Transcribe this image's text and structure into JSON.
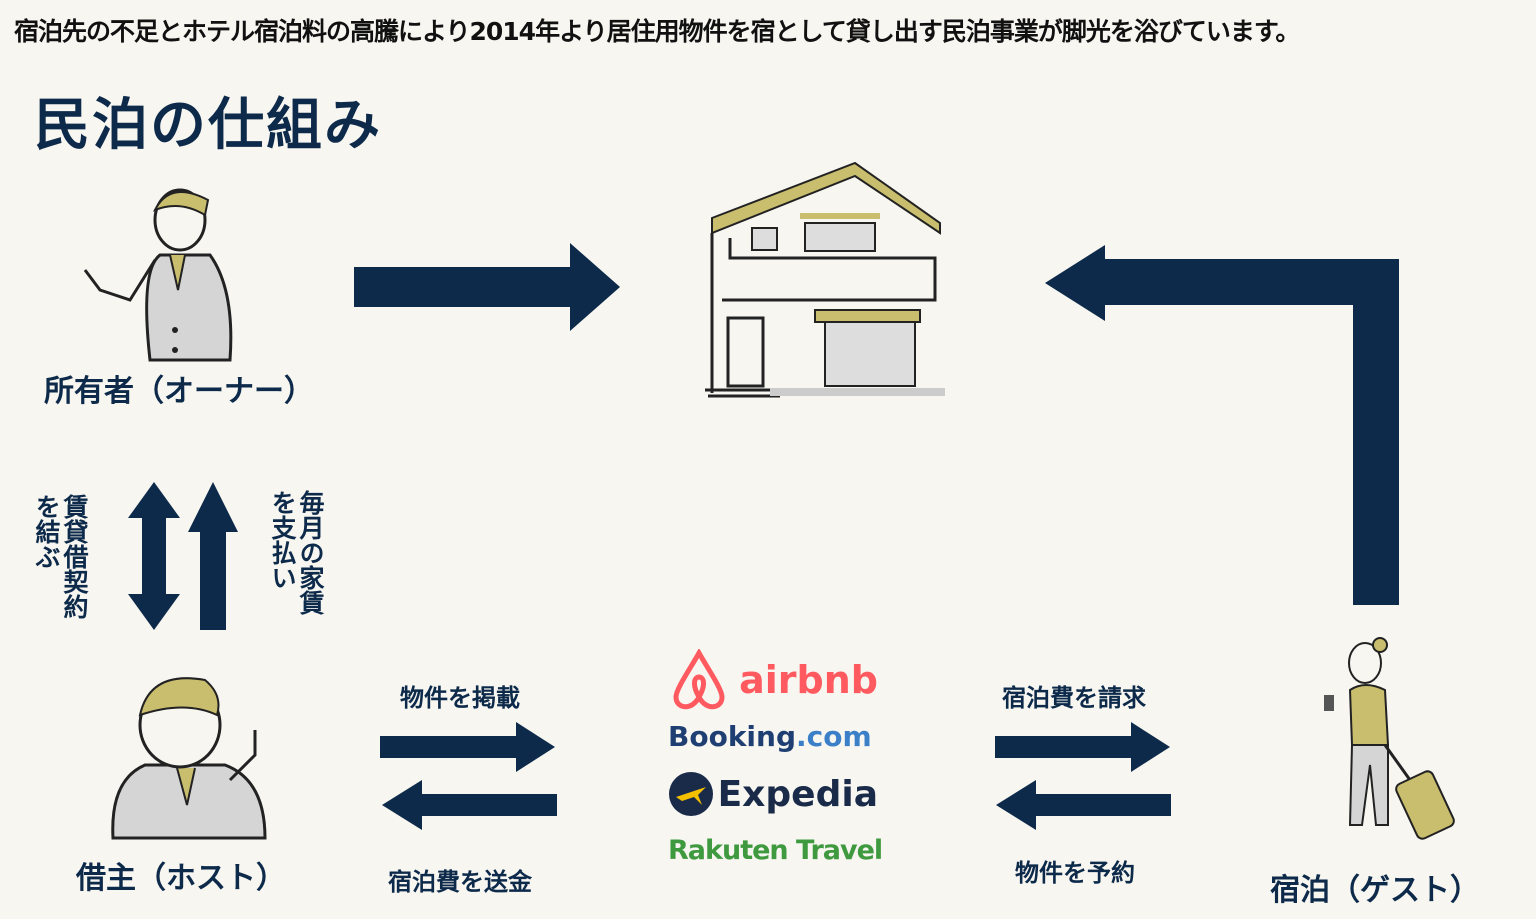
{
  "intro_text": "宿泊先の不足とホテル宿泊料の高騰により2014年より居住用物件を宿として貸し出す民泊事業が脚光を浴びています。",
  "title": "民泊の仕組み",
  "roles": {
    "owner": "所有者（オーナー）",
    "host": "借主（ホスト）",
    "guest": "宿泊（ゲスト）"
  },
  "vertical_labels": {
    "lease": "賃貸借契約を結ぶ",
    "rent": "毎月の家賃を支払い"
  },
  "flows": {
    "host_list": "物件を掲載",
    "host_remit": "宿泊費を送金",
    "guest_charge": "宿泊費を請求",
    "guest_book": "物件を予約"
  },
  "platforms": {
    "airbnb": "airbnb",
    "booking_main": "Booking",
    "booking_suffix": ".com",
    "expedia": "Expedia",
    "rakuten": "Rakuten Travel"
  },
  "colors": {
    "navy": "#0d2a4a",
    "accent": "#c9bd6e",
    "airbnb": "#ff5a5f",
    "booking": "#1f3f73",
    "rakuten": "#3f9a3f"
  }
}
